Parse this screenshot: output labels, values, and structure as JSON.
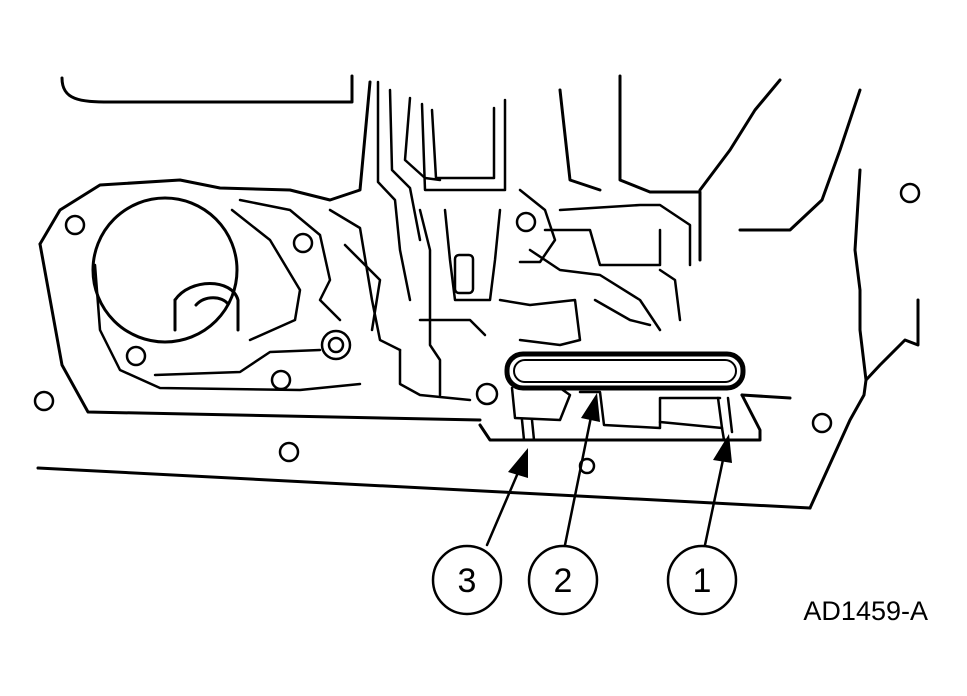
{
  "callouts": [
    {
      "label": "3"
    },
    {
      "label": "2"
    },
    {
      "label": "1"
    }
  ],
  "reference_code": "AD1459-A"
}
